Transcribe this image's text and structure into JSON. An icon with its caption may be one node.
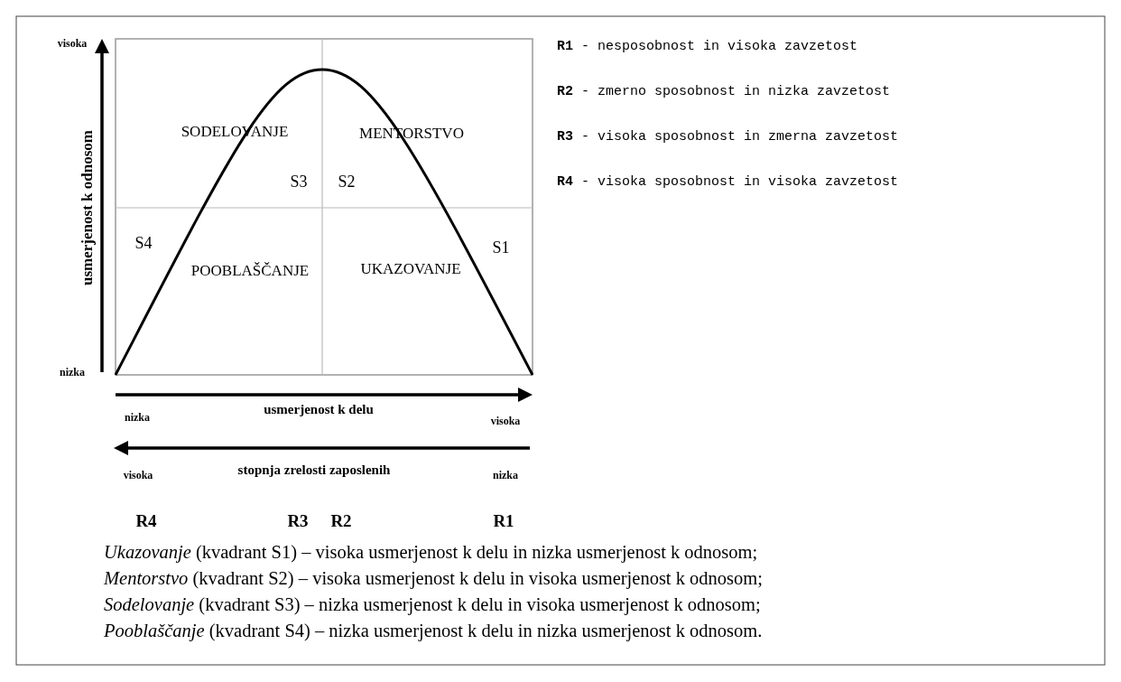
{
  "diagram": {
    "labels": [
      "visoka",
      "usmerjenost k odnosom",
      "SODELOVANJE",
      "MENTORSTVO",
      "S3",
      "S2",
      "S4",
      "POOBLAŠČANJE",
      "UKAZOVANJE",
      "S1",
      "nizka",
      "usmerjenost k delu",
      "nizka",
      "visoka",
      "stopnja zrelosti zaposlenih",
      "visoka",
      "nizka",
      "R4",
      "R3",
      "R2",
      "R1",
      "**R1** - nesposobnost in visoka zavzetost",
      "**R2** - zmerno sposobnost in nizka zavzetost",
      "**R3** - visoka sposobnost in zmerna zavzetost",
      "**R4** - visoka sposobnost in visoka zavzetost",
      "*Ukazovanje* (kvadrant S1) – visoka usmerjenost k delu in nizka usmerjenost k odnosom;",
      "*Mentorstvo* (kvadrant S2) – visoka usmerjenost k delu in visoka usmerjenost k odnosom;",
      "*Sodelovanje* (kvadrant S3) –  nizka usmerjenost k delu in visoka usmerjenost k odnosom;",
      "*Pooblaščanje* (kvadrant S4) – nizka usmerjenost k delu in nizka usmerjenost k odnosom."
    ]
  }
}
